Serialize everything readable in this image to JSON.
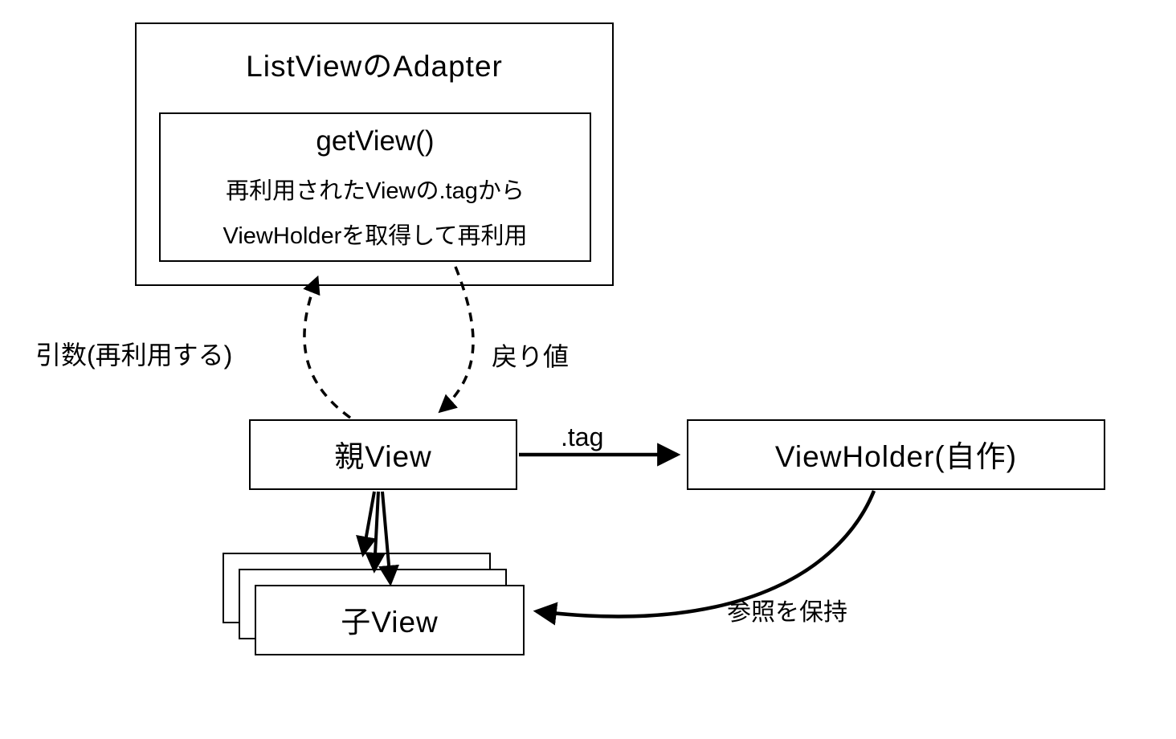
{
  "diagram": {
    "adapter_box": {
      "title": "ListViewのAdapter",
      "getview_box": {
        "title": "getView()",
        "line1": "再利用されたViewの.tagから",
        "line2": "ViewHolderを取得して再利用"
      }
    },
    "nodes": {
      "parent_view": "親View",
      "view_holder": "ViewHolder(自作)",
      "child_view": "子View"
    },
    "labels": {
      "argument": "引数(再利用する)",
      "return_value": "戻り値",
      "tag": ".tag",
      "keep_reference": "参照を保持"
    },
    "colors": {
      "stroke": "#000000",
      "background": "#ffffff"
    }
  }
}
